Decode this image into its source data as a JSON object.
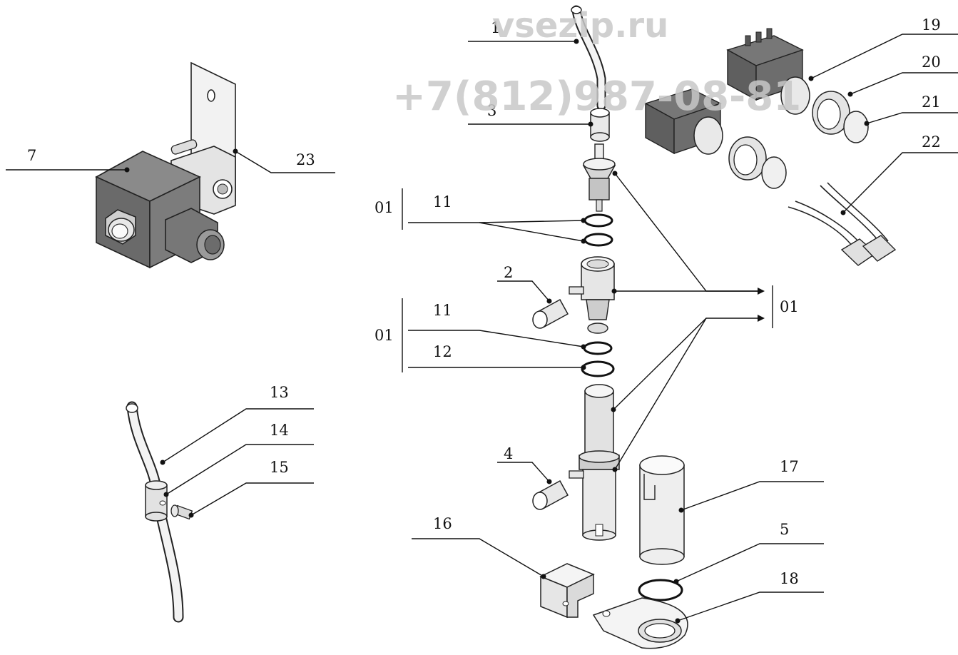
{
  "watermark": {
    "site": "vsezip.ru",
    "phone": "+7(812)987-08-81"
  },
  "labels": {
    "l7": "7",
    "l23": "23",
    "l1": "1",
    "l3": "3",
    "l19": "19",
    "l20": "20",
    "l21": "21",
    "l22": "22",
    "g01a": "01",
    "l11a": "11",
    "l2": "2",
    "g01b": "01",
    "l11b": "11",
    "l12": "12",
    "g01c": "01",
    "l13": "13",
    "l14": "14",
    "l15": "15",
    "l4": "4",
    "l17": "17",
    "l16": "16",
    "l5": "5",
    "l18": "18"
  },
  "colors": {
    "part_dark": "#6a6a6a",
    "part_mid": "#a9a9a9",
    "part_light": "#e6e6e6",
    "ink": "#111111"
  }
}
